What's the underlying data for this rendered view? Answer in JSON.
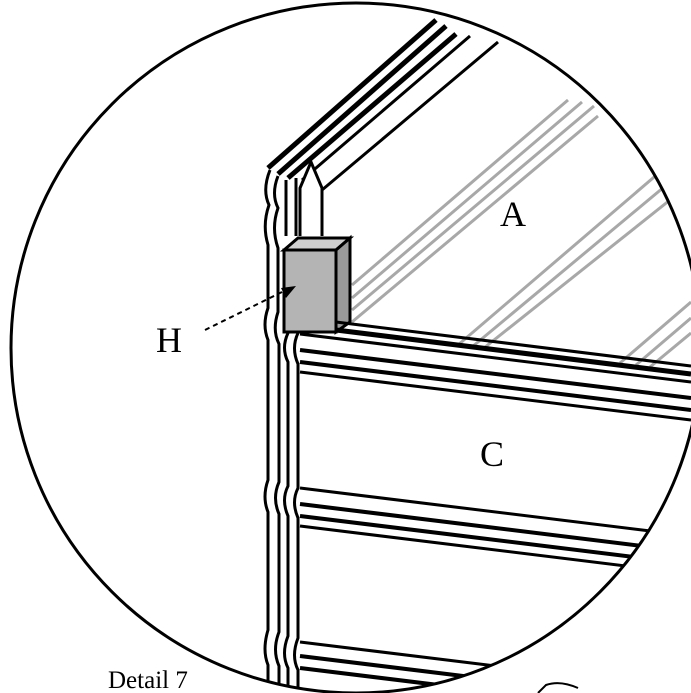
{
  "figure": {
    "caption": "Detail 7",
    "labels": {
      "panel_a": "A",
      "panel_c": "C",
      "part_h": "H"
    },
    "colors": {
      "line": "#000000",
      "glazing_stripes": "#a8a8a8",
      "corner_block": "#b4b4b4",
      "background": "#ffffff"
    }
  }
}
